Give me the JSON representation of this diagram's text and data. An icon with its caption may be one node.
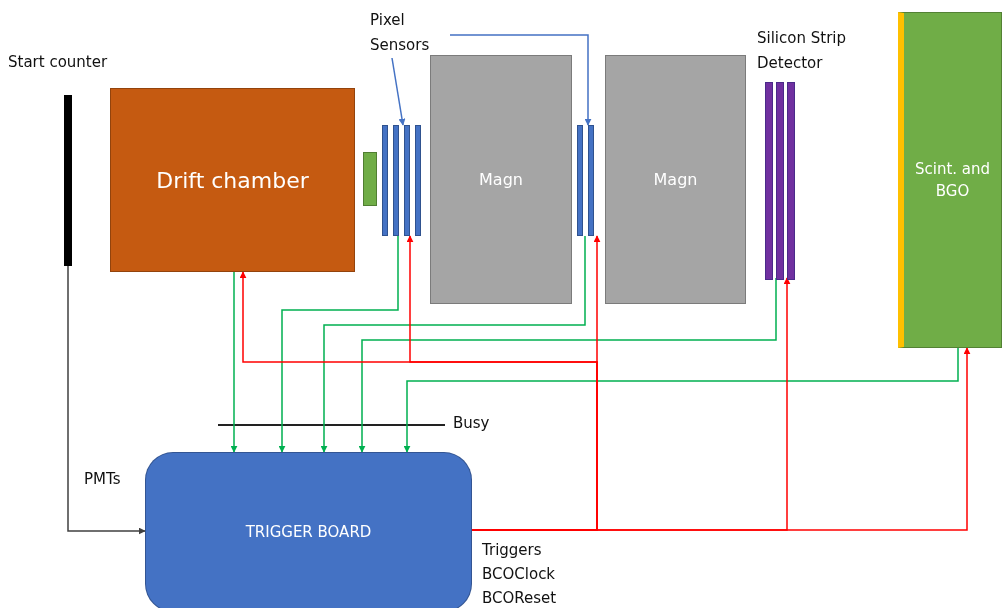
{
  "diagram": {
    "nodes": [
      {
        "text": [
          "Start counter"
        ]
      },
      {
        "text": [
          "Pixel Sensors"
        ]
      },
      {
        "text": [
          "Drift chamber"
        ]
      },
      {
        "text": [],
        "shape": "box"
      },
      {
        "text": [],
        "shape": "bar"
      },
      {
        "text": [
          "Magn"
        ]
      },
      {
        "text": [],
        "shape": "bar"
      },
      {
        "text": [
          "Magn"
        ]
      },
      {
        "text": [
          "Silicon Strip Detector"
        ]
      },
      {
        "text": [
          "Scint. and BGO"
        ]
      },
      {
        "text": [
          "TRIGGER BOARD"
        ],
        "beside": [
          "Triggers BCOClock BCOReset"
        ]
      }
    ],
    "edges": [
      {
        "from": 1,
        "to": 4,
        "arrow": "to",
        "color": "#4472c4"
      },
      {
        "from": 1,
        "to": 6,
        "arrow": "to",
        "color": "#4472c4"
      },
      {
        "from": 2,
        "to": 10,
        "arrow": "to",
        "color": "#00b050"
      },
      {
        "from": 4,
        "to": 10,
        "arrow": "to",
        "color": "#00b050"
      },
      {
        "from": 6,
        "to": 10,
        "arrow": "to",
        "color": "#00b050"
      },
      {
        "from": 8,
        "to": 10,
        "arrow": "to",
        "color": "#00b050"
      },
      {
        "from": 9,
        "to": 10,
        "arrow": "to",
        "color": "#00b050"
      },
      {
        "from": 10,
        "to": 2,
        "arrow": "to",
        "color": "#ff0000"
      },
      {
        "from": 10,
        "to": 4,
        "arrow": "to",
        "color": "#ff0000"
      },
      {
        "from": 10,
        "to": 6,
        "arrow": "to",
        "color": "#ff0000"
      },
      {
        "from": 10,
        "to": 8,
        "arrow": "to",
        "color": "#ff0000"
      },
      {
        "from": 10,
        "to": 9,
        "arrow": "to",
        "color": "#ff0000"
      },
      {
        "from": 0,
        "to": 10,
        "arrow": "to",
        "label": "PMTs",
        "color": "#404040"
      }
    ],
    "labels": [
      "Busy"
    ]
  }
}
